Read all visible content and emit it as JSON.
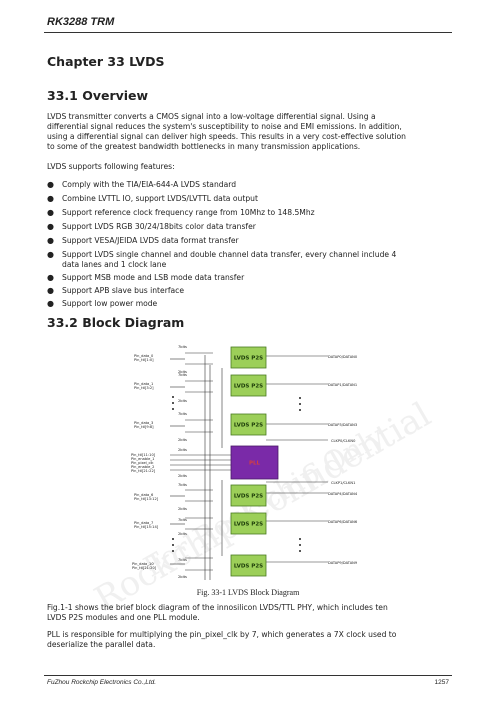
{
  "header": {
    "title": "RK3288 TRM"
  },
  "footer": {
    "company": "FuZhou Rockchip Electronics Co.,Ltd.",
    "page": "1257"
  },
  "watermark": {
    "line1": "Rockchip Confidential",
    "line2": "For Rock-chip Only"
  },
  "chapter": {
    "title": "Chapter 33 LVDS"
  },
  "overview": {
    "heading": "33.1 Overview",
    "para1_line1": "LVDS transmitter converts a CMOS signal into a low-voltage differential signal. Using a",
    "para1_line2": "differential signal reduces the system's susceptibility to noise and EMI emissions. In addition,",
    "para1_line3": "using a differential signal can deliver high speeds. This results in a very cost-effective solution",
    "para1_line4": "to some of the greatest bandwidth bottlenecks in many transmission applications.",
    "features_intro": "LVDS supports following features:",
    "features": [
      "Comply with the TIA/EIA-644-A LVDS standard",
      "Combine LVTTL IO, support LVDS/LVTTL data output",
      "Support reference clock frequency range from 10Mhz to 148.5Mhz",
      "Support LVDS RGB 30/24/18bits color data transfer",
      "Support VESA/JEIDA LVDS data format transfer",
      "Support LVDS single channel and double channel data transfer, every channel include 4",
      "data lanes and 1 clock lane",
      "Support MSB mode and LSB mode data transfer",
      "Support APB slave bus interface",
      "Support low power mode"
    ]
  },
  "block_diagram": {
    "heading": "33.2 Block Diagram",
    "caption": "Fig. 33-1 LVDS Block Diagram",
    "p2s_label": "LVDS P2S",
    "pll_label": "PLL",
    "bits7": "7bits",
    "bits2": "2bits",
    "inputs": {
      "d0a": "Pin_data_0",
      "d0b": "Pin_ttl[1:0]",
      "d1a": "Pin_data_1",
      "d1b": "Pin_ttl[3:2]",
      "d3a": "Pin_data_3",
      "d3b": "Pin_ttl[9:8]",
      "pll_a": "Pin_ttl[11:10]",
      "pll_b": "Pin_enable_1",
      "pll_c": "Pin_pixel_clk",
      "pll_d": "Pin_enable_2",
      "pll_e": "Pin_ttl[21:22]",
      "d6a": "Pin_data_6",
      "d6b": "Pin_ttl[13:12]",
      "d7a": "Pin_data_7",
      "d7b": "Pin_ttl[15:14]",
      "d10a": "Pin_data_10",
      "d10b": "Pin_ttl[21:20]"
    },
    "outputs": {
      "o0": "DATAP0/DATAN0",
      "o1": "DATAP1/DATAN1",
      "o3": "DATAP3/DATAN3",
      "clk0": "CLKP0/CLKN0",
      "clk1": "CLKP1/CLKN1",
      "o4": "DATAP4/DATAN4",
      "o6": "DATAP6/DATAN6",
      "o9": "DATAP9/DATAN9"
    }
  },
  "description": {
    "para2_line1": "Fig.1-1 shows the brief block diagram of the innosilicon LVDS/TTL PHY, which includes ten",
    "para2_line2": "LVDS P2S modules and one PLL module.",
    "para3_line1": "PLL is responsible for multiplying the pin_pixel_clk by 7, which generates a 7X clock used to",
    "para3_line2": "deserialize the parallel data."
  }
}
